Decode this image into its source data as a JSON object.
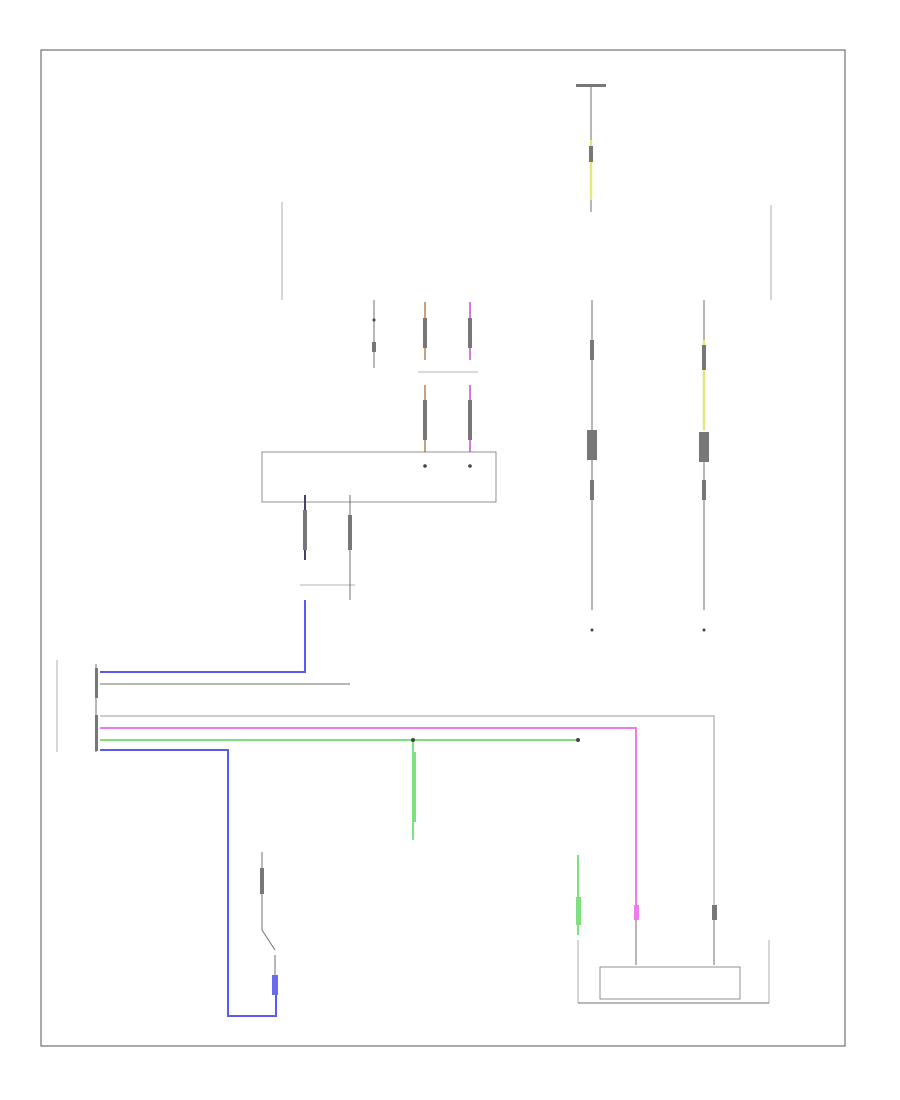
{
  "page": {
    "footer_id": ""
  },
  "wire_colors": {
    "yellow": "#f2f28a",
    "blue": "#5a5af2",
    "pink": "#ee7aee",
    "green": "#7fe07f",
    "gray": "#9a9a9a"
  },
  "components": [
    {
      "id": "ground_top",
      "name": "ground-distribution-label",
      "text": ""
    },
    {
      "id": "bcm",
      "name": "body-control-module-label",
      "text": ""
    },
    {
      "id": "tcm",
      "name": "transmission-control-module-label",
      "text": ""
    },
    {
      "id": "sensor",
      "name": "digital-transmission-range-sensor-label",
      "text": ""
    },
    {
      "id": "switch",
      "name": "park-neutral-switch-label",
      "text": ""
    }
  ]
}
